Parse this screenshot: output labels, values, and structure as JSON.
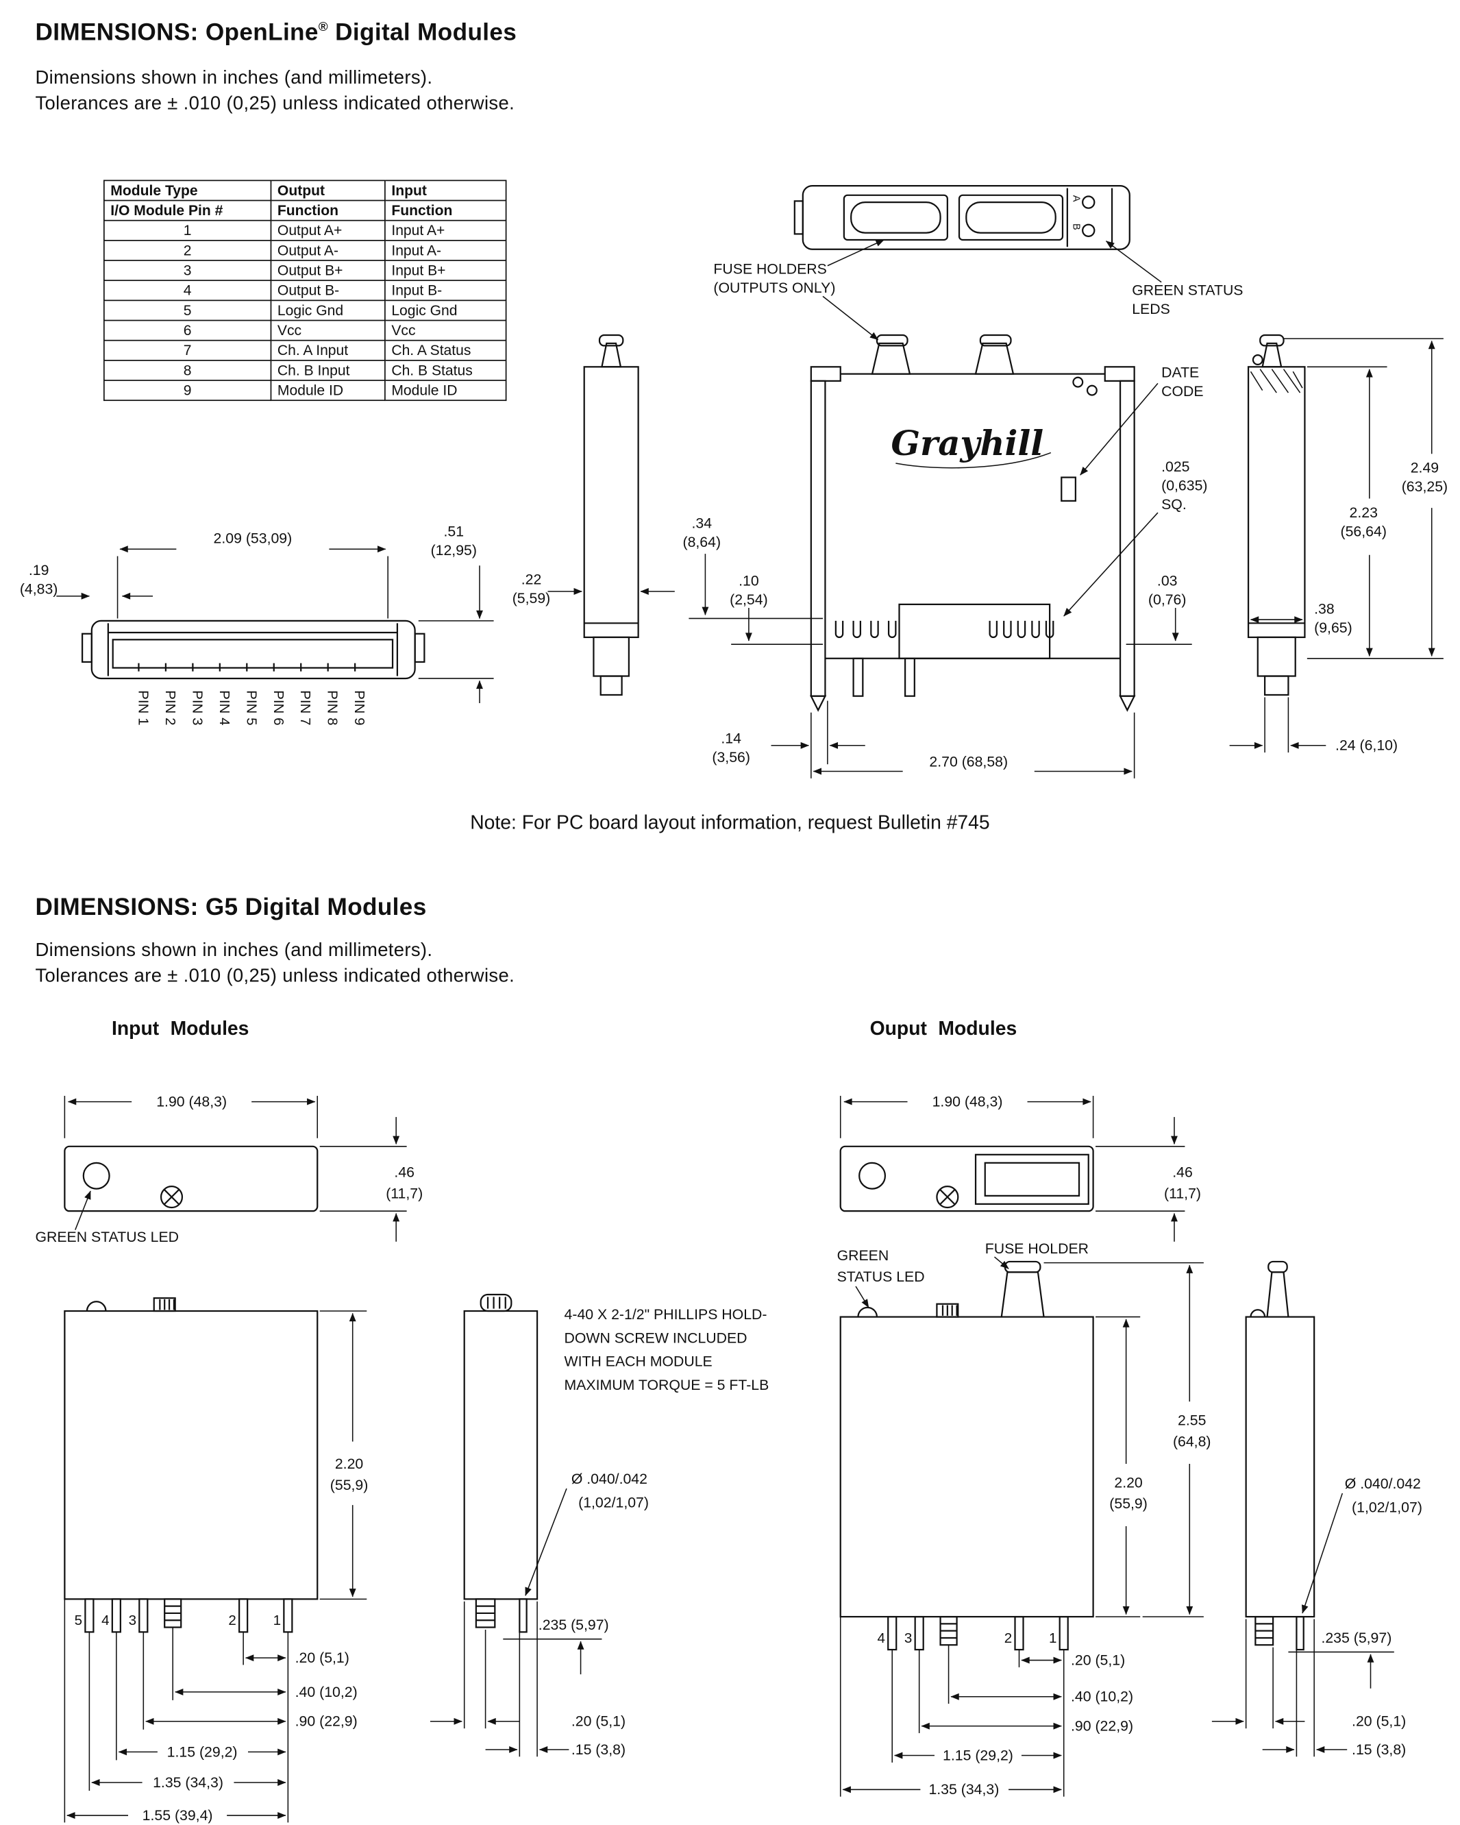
{
  "ink": "#111111",
  "doc": {
    "s1_title": "DIMENSIONS: OpenLine",
    "s1_reg": "®",
    "s1_tail": " Digital Modules",
    "dims_note_1": "Dimensions shown in inches (and millimeters).",
    "dims_note_2": "Tolerances are ± .010 (0,25) unless indicated otherwise.",
    "pc_note": "Note: For PC board layout information, request Bulletin #745",
    "s2_title": "DIMENSIONS: G5 Digital Modules",
    "input_heading": "Input Modules",
    "output_heading": "Ouput Modules"
  },
  "pin_table": {
    "col_module": "Module Type",
    "col_output": "Output",
    "col_input": "Input",
    "hdr_pin": "I/O Module Pin #",
    "hdr_out_fn": "Function",
    "hdr_in_fn": "Function",
    "rows": [
      [
        "1",
        "Output A+",
        "Input A+"
      ],
      [
        "2",
        "Output A-",
        "Input A-"
      ],
      [
        "3",
        "Output B+",
        "Input B+"
      ],
      [
        "4",
        "Output B-",
        "Input B-"
      ],
      [
        "5",
        "Logic Gnd",
        "Logic Gnd"
      ],
      [
        "6",
        "Vcc",
        "Vcc"
      ],
      [
        "7",
        "Ch. A Input",
        "Ch. A Status"
      ],
      [
        "8",
        "Ch. B Input",
        "Ch. B Status"
      ],
      [
        "9",
        "Module ID",
        "Module ID"
      ]
    ]
  },
  "ol": {
    "logo": "Grayhill",
    "fuse_1": "FUSE HOLDERS",
    "fuse_2": "(OUTPUTS ONLY)",
    "gled_1": "GREEN STATUS",
    "gled_2": "LEDS",
    "date_1": "DATE",
    "date_2": "CODE",
    "sq_1": ".025",
    "sq_2": "(0,635)",
    "sq_3": "SQ.",
    "led_a": "A",
    "led_b": "B",
    "d209": "2.09 (53,09)",
    "d19_in": ".19",
    "d19_mm": "(4,83)",
    "d51_in": ".51",
    "d51_mm": "(12,95)",
    "d22_in": ".22",
    "d22_mm": "(5,59)",
    "d34_in": ".34",
    "d34_mm": "(8,64)",
    "d10_in": ".10",
    "d10_mm": "(2,54)",
    "d03_in": ".03",
    "d03_mm": "(0,76)",
    "d38_in": ".38",
    "d38_mm": "(9,65)",
    "d249_in": "2.49",
    "d249_mm": "(63,25)",
    "d223_in": "2.23",
    "d223_mm": "(56,64)",
    "d14_in": ".14",
    "d14_mm": "(3,56)",
    "d270": "2.70 (68,58)",
    "d24": ".24 (6,10)",
    "pins": [
      "PIN 1",
      "PIN 2",
      "PIN 3",
      "PIN 4",
      "PIN 5",
      "PIN 6",
      "PIN 7",
      "PIN 8",
      "PIN 9"
    ]
  },
  "g5in": {
    "d190": "1.90 (48,3)",
    "d46_in": ".46",
    "d46_mm": "(11,7)",
    "led_label": "GREEN STATUS LED",
    "d220_in": "2.20",
    "d220_mm": "(55,9)",
    "screw_note_1": "4-40 X 2-1/2\" PHILLIPS HOLD-",
    "screw_note_2": "DOWN SCREW INCLUDED",
    "screw_note_3": "WITH EACH MODULE",
    "screw_note_4": "MAXIMUM TORQUE = 5 FT-LB",
    "dia_1": "Ø .040/.042",
    "dia_2": "(1,02/1,07)",
    "d235": ".235 (5,97)",
    "d20": ".20 (5,1)",
    "d40": ".40 (10,2)",
    "d90": ".90 (22,9)",
    "d115": "1.15 (29,2)",
    "d135": "1.35 (34,3)",
    "d155": "1.55 (39,4)",
    "d20_side": ".20 (5,1)",
    "d15_side": ".15 (3,8)",
    "pins": [
      "5",
      "4",
      "3",
      "2",
      "1"
    ]
  },
  "g5out": {
    "d190": "1.90 (48,3)",
    "d46_in": ".46",
    "d46_mm": "(11,7)",
    "led_1": "GREEN",
    "led_2": "STATUS LED",
    "fuse_label": "FUSE HOLDER",
    "d255_in": "2.55",
    "d255_mm": "(64,8)",
    "d220_in": "2.20",
    "d220_mm": "(55,9)",
    "dia_1": "Ø .040/.042",
    "dia_2": "(1,02/1,07)",
    "d235": ".235 (5,97)",
    "d20": ".20 (5,1)",
    "d40": ".40 (10,2)",
    "d90": ".90 (22,9)",
    "d115": "1.15 (29,2)",
    "d135": "1.35 (34,3)",
    "d20_side": ".20 (5,1)",
    "d15_side": ".15 (3,8)",
    "pins": [
      "4",
      "3",
      "2",
      "1"
    ]
  }
}
